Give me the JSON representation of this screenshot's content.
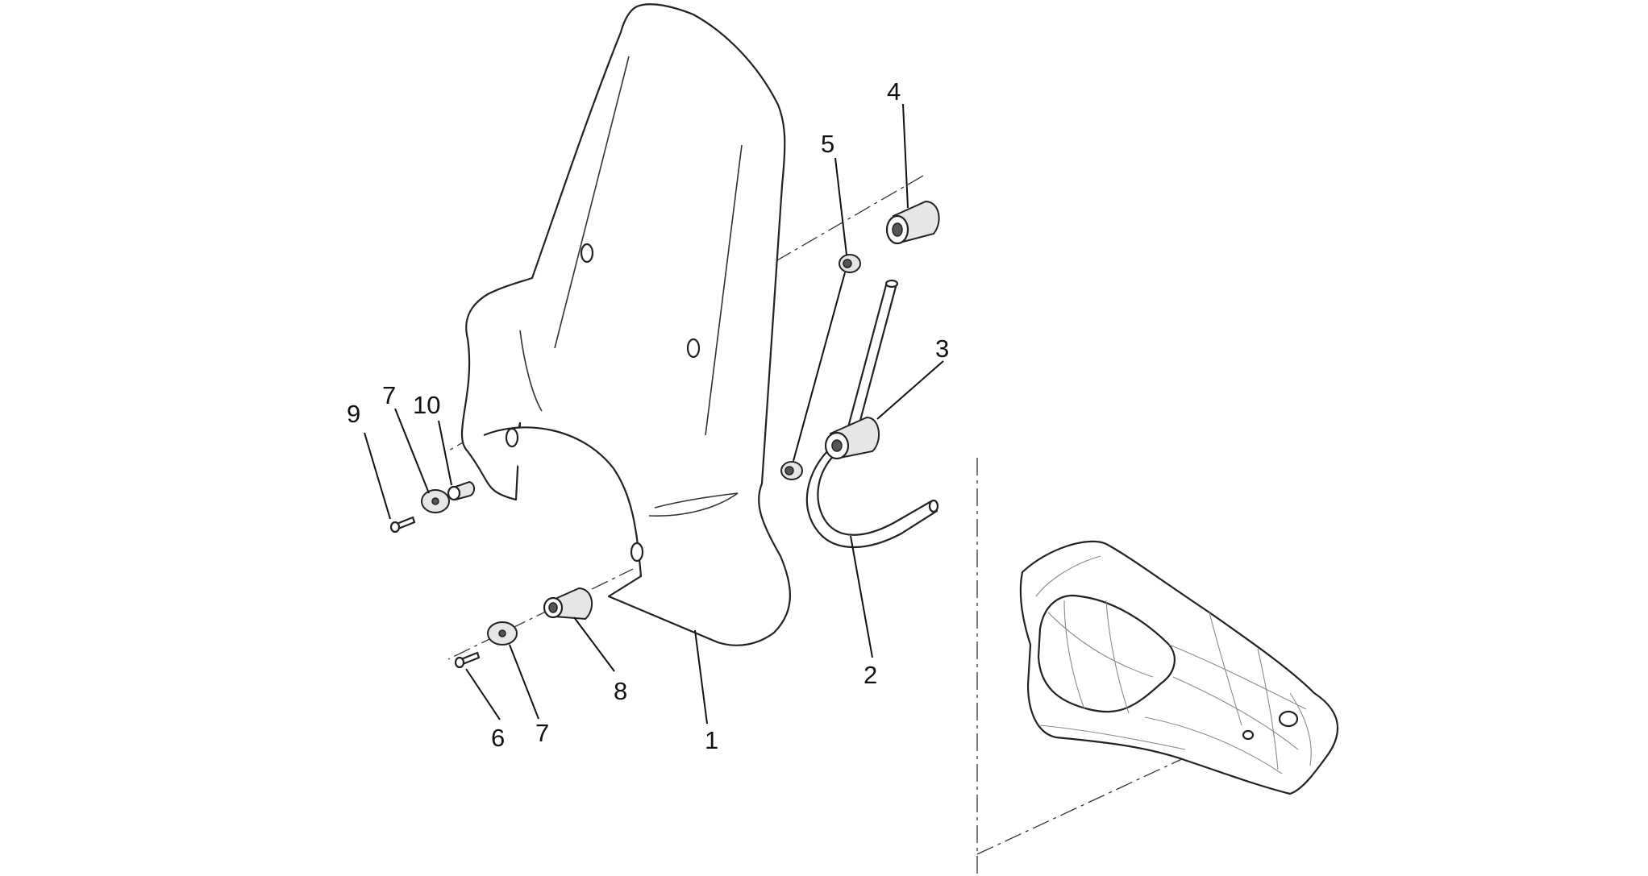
{
  "callouts": [
    {
      "id": "c1",
      "text": "1"
    },
    {
      "id": "c2",
      "text": "2"
    },
    {
      "id": "c3",
      "text": "3"
    },
    {
      "id": "c4",
      "text": "4"
    },
    {
      "id": "c5",
      "text": "5"
    },
    {
      "id": "c6",
      "text": "6"
    },
    {
      "id": "c7a",
      "text": "7"
    },
    {
      "id": "c7b",
      "text": "7"
    },
    {
      "id": "c8",
      "text": "8"
    },
    {
      "id": "c9",
      "text": "9"
    },
    {
      "id": "c10",
      "text": "10"
    }
  ]
}
